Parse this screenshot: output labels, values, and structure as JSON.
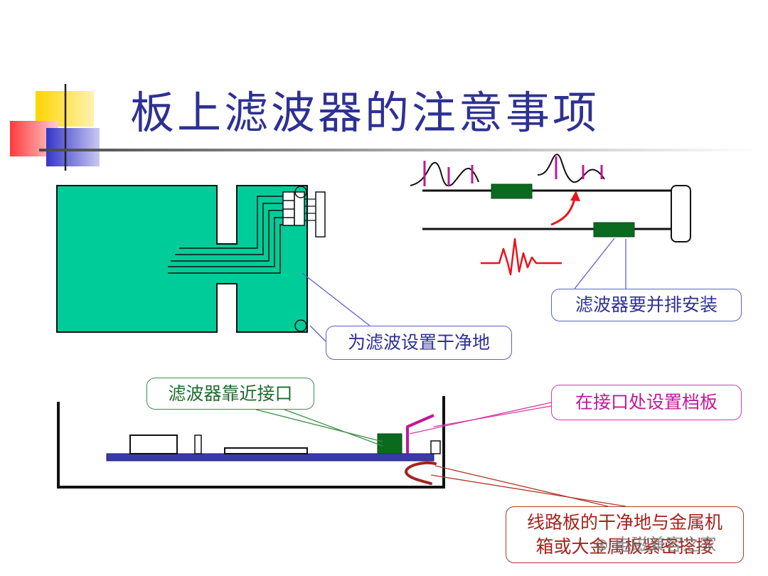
{
  "title": "板上滤波器的注意事项",
  "callouts": {
    "clean_ground": "为滤波设置干净地",
    "side_by_side": "滤波器要并排安装",
    "near_interface": "滤波器靠近接口",
    "baffle": "在接口处设置档板",
    "metal_line1": "线路板的干净地与金属机",
    "metal_line2": "箱或大金属板紧密搭接"
  },
  "watermark": "电磁兼容之家",
  "colors": {
    "title": "#2e3192",
    "board": "#00cc99",
    "filter": "#0a6b1e",
    "pcb_edge": "#3a3aa8",
    "interference": "#e8141b",
    "signal_marker": "#c0189a",
    "contact": "#a3231d"
  }
}
